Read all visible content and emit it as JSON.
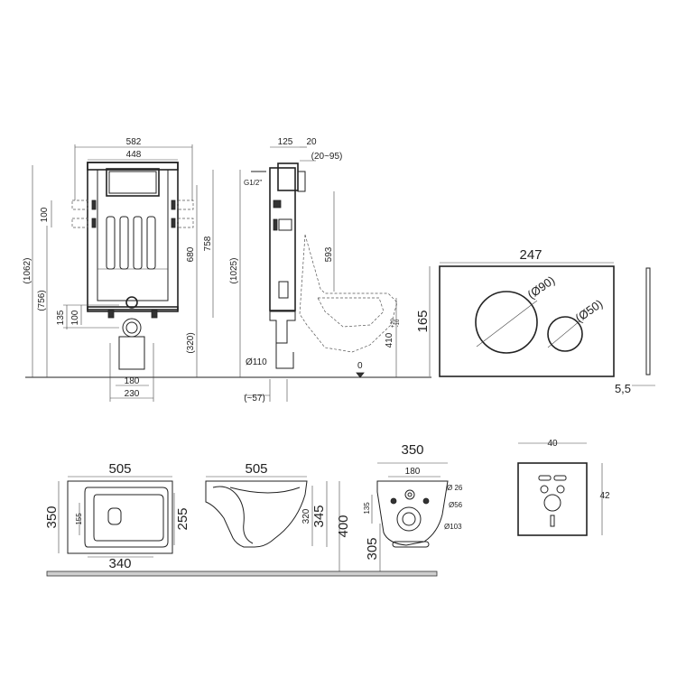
{
  "frame_front": {
    "w582": "582",
    "w448": "448",
    "h1062": "(1062)",
    "h756": "(756)",
    "h100a": "100",
    "h135": "135",
    "h100b": "100",
    "h680": "680",
    "h758": "758",
    "h320": "(320)",
    "w180": "180",
    "w230": "230"
  },
  "frame_side": {
    "d125": "125",
    "d20": "20",
    "d20_95": "(20~95)",
    "g12": "G1/2\"",
    "h1025": "(1025)",
    "h593": "593",
    "h410": "410",
    "tol_up": "+20",
    "tol_dn": "-10",
    "d110": "Ø110",
    "d57": "(~57)",
    "zero": "0"
  },
  "flush_plate": {
    "w247": "247",
    "h165": "165",
    "d90": "(Ø90)",
    "d50": "(Ø50)",
    "t55": "5,5"
  },
  "bowl_top": {
    "w505": "505",
    "w350": "350",
    "d155": "155",
    "w340": "340",
    "h255": "255"
  },
  "bowl_side": {
    "w505": "505",
    "h320": "320",
    "h345": "345",
    "h400": "400"
  },
  "bowl_back": {
    "w350": "350",
    "w180": "180",
    "h135": "135",
    "h305": "305",
    "d26": "Ø 26",
    "d56": "Ø56",
    "d103": "Ø103"
  },
  "soundmat": {
    "w40": "40",
    "h42": "42"
  }
}
